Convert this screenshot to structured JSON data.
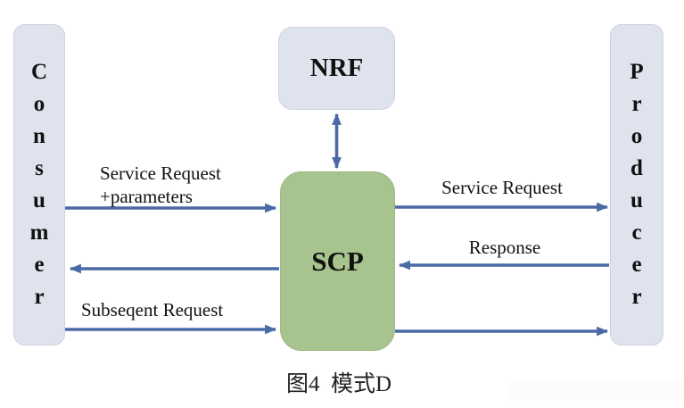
{
  "caption": "图4  模式D",
  "colors": {
    "node_fill": "#dfe3ee",
    "scp_fill": "#a8c48e",
    "arrow": "#4a6aa6",
    "text": "#111111"
  },
  "nodes": {
    "consumer": {
      "label": "Consumer"
    },
    "nrf": {
      "label": "NRF"
    },
    "scp": {
      "label": "SCP"
    },
    "producer": {
      "label": "Producer"
    }
  },
  "arrows": {
    "consumer_to_scp": {
      "from": "Consumer",
      "to": "SCP",
      "label": "Service Request\n+parameters"
    },
    "scp_to_consumer": {
      "from": "SCP",
      "to": "Consumer",
      "label": ""
    },
    "consumer_to_scp_2": {
      "from": "Consumer",
      "to": "SCP",
      "label": "Subseqent Request"
    },
    "scp_to_producer": {
      "from": "SCP",
      "to": "Producer",
      "label": "Service Request"
    },
    "producer_to_scp": {
      "from": "Producer",
      "to": "SCP",
      "label": "Response"
    },
    "scp_to_producer_2": {
      "from": "SCP",
      "to": "Producer",
      "label": ""
    },
    "nrf_scp": {
      "from": "NRF",
      "to": "SCP",
      "label": "",
      "bidirectional": true
    }
  }
}
